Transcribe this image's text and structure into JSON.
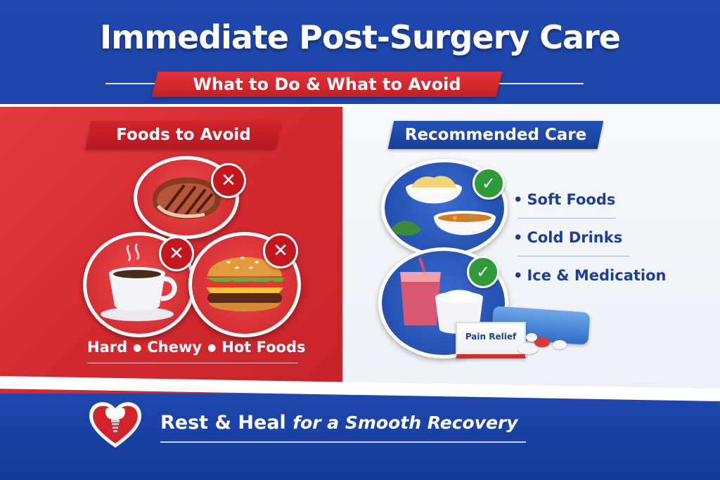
{
  "header": {
    "title": "Immediate Post-Surgery Care",
    "subtitle": "What to Do & What to Avoid"
  },
  "avoid": {
    "heading": "Foods to Avoid",
    "foods": [
      "steak",
      "coffee",
      "burger"
    ],
    "list": [
      "Hard",
      "Chewy",
      "Hot Foods"
    ]
  },
  "care": {
    "heading": "Recommended Care",
    "items": [
      "Soft Foods",
      "Cold Drinks",
      "Ice & Medication"
    ],
    "pain_label": "Pain Relief"
  },
  "footer": {
    "lead": "Rest & Heal",
    "tail": "for a Smooth Recovery"
  },
  "colors": {
    "brand_blue": "#1f47ad",
    "alert_red": "#d3232a",
    "check_green": "#2f9a3a"
  }
}
